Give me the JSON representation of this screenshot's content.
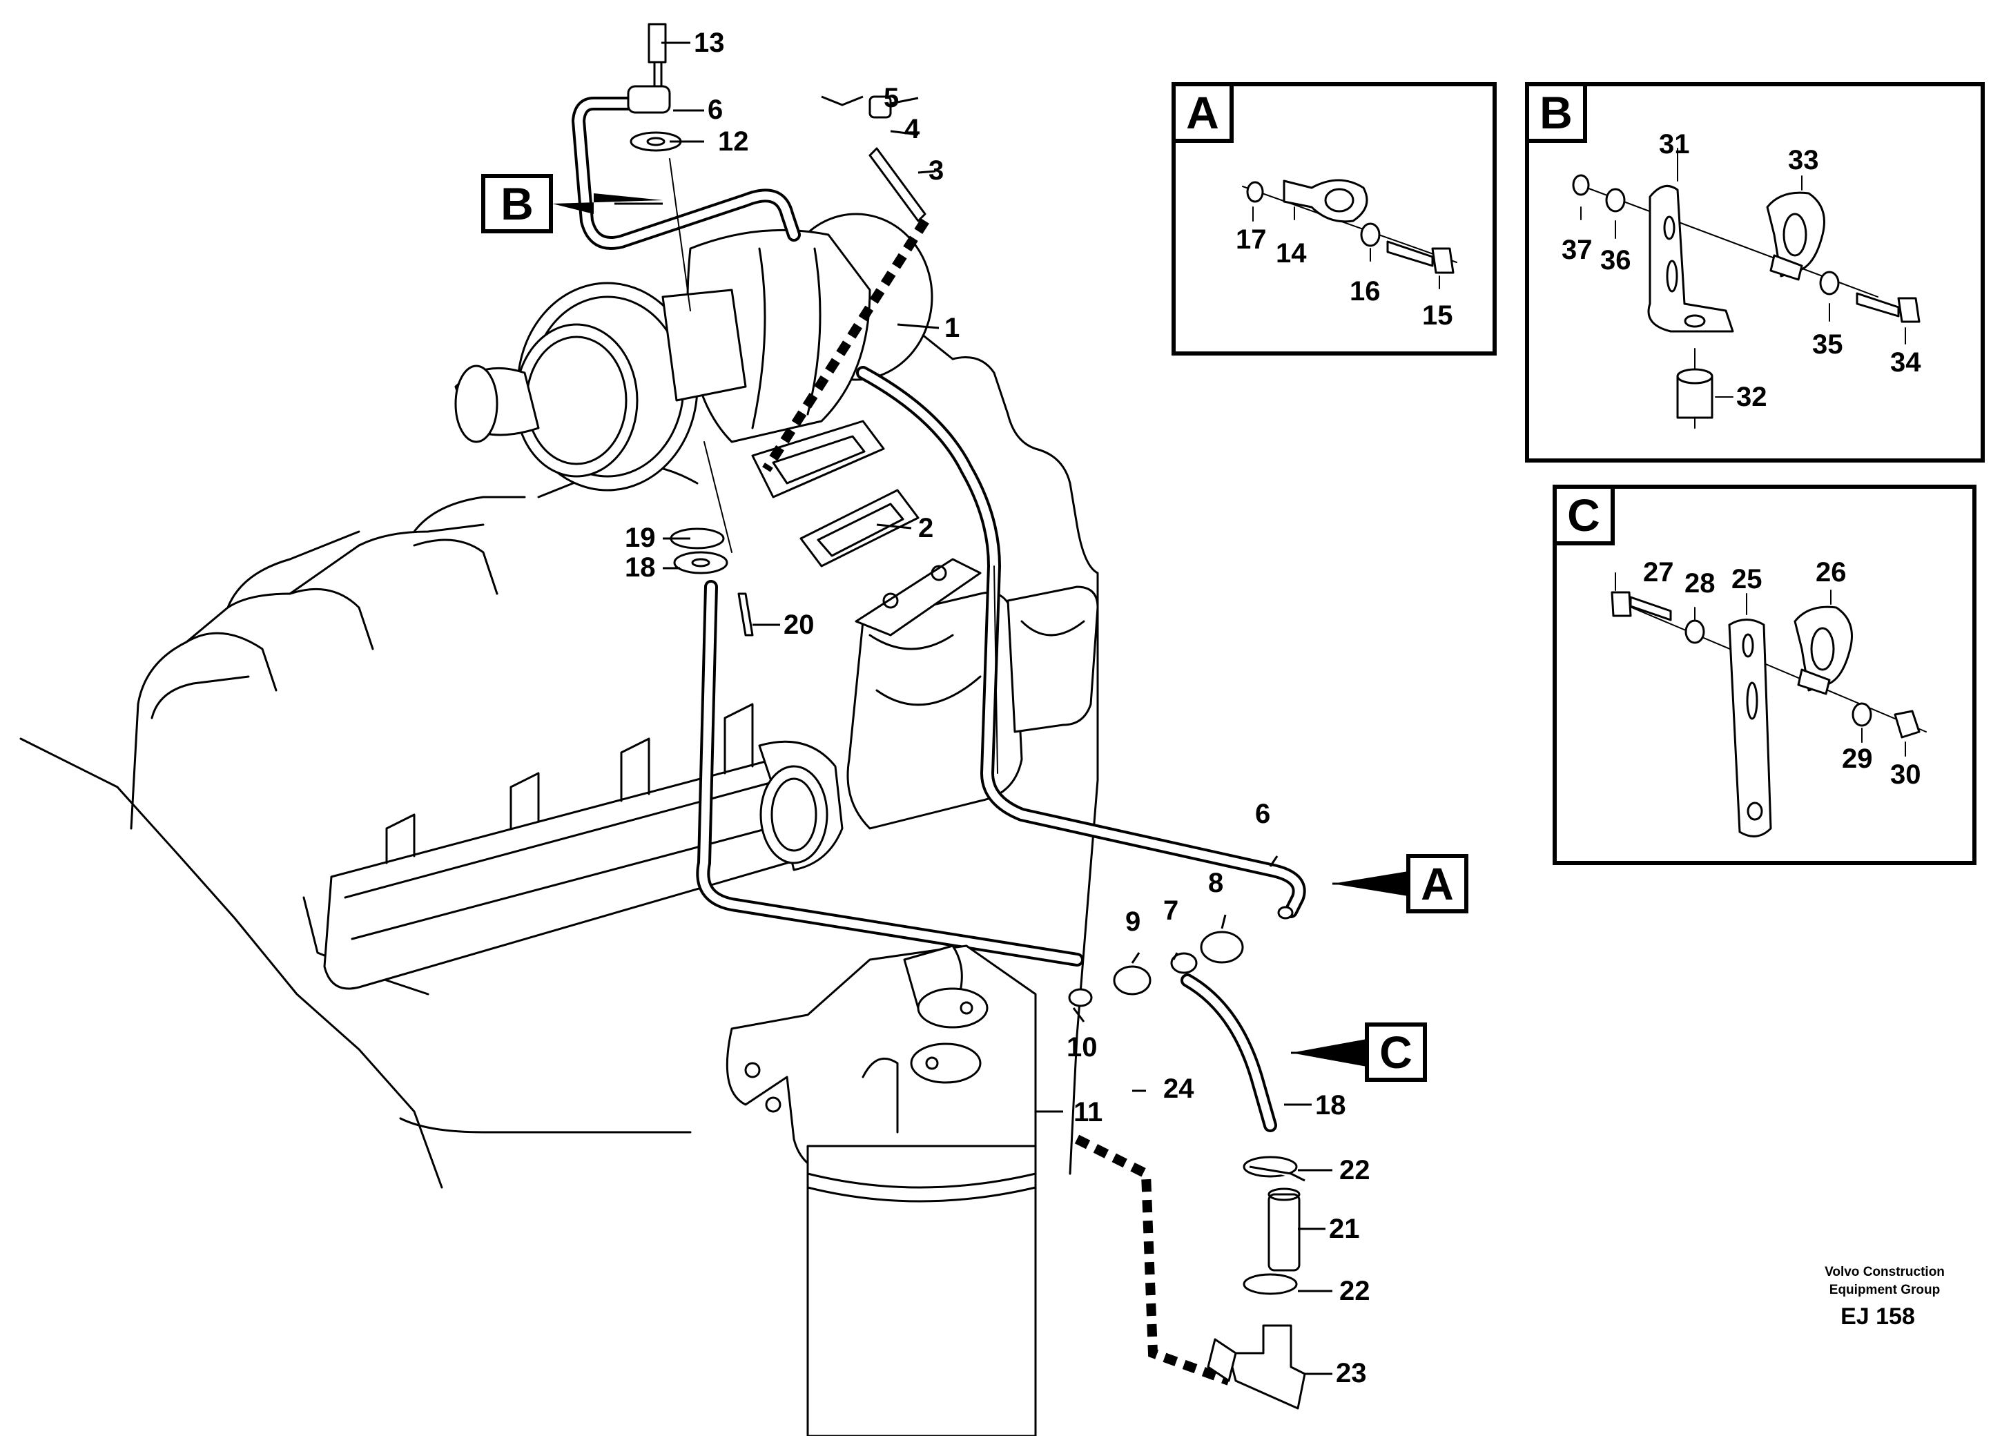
{
  "detail_views": [
    {
      "letter": "A",
      "parts": [
        "17",
        "14",
        "16",
        "15"
      ]
    },
    {
      "letter": "B",
      "parts": [
        "31",
        "33",
        "37",
        "36",
        "35",
        "34",
        "32"
      ]
    },
    {
      "letter": "C",
      "parts": [
        "27",
        "28",
        "25",
        "26",
        "29",
        "30"
      ]
    }
  ],
  "callouts": {
    "view_A": "A",
    "view_B": "B",
    "view_C": "C"
  },
  "part_labels": {
    "p1": "1",
    "p2": "2",
    "p3": "3",
    "p4": "4",
    "p5": "5",
    "p6a": "6",
    "p6b": "6",
    "p7": "7",
    "p8": "8",
    "p9": "9",
    "p10": "10",
    "p11": "11",
    "p12": "12",
    "p13": "13",
    "p18a": "18",
    "p18b": "18",
    "p19": "19",
    "p20": "20",
    "p21": "21",
    "p22a": "22",
    "p22b": "22",
    "p23": "23",
    "p24": "24"
  },
  "credit": {
    "line1": "Volvo Construction",
    "line2": "Equipment Group",
    "code": "EJ 158"
  },
  "colors": {
    "ink": "#000000",
    "paper": "#ffffff"
  }
}
